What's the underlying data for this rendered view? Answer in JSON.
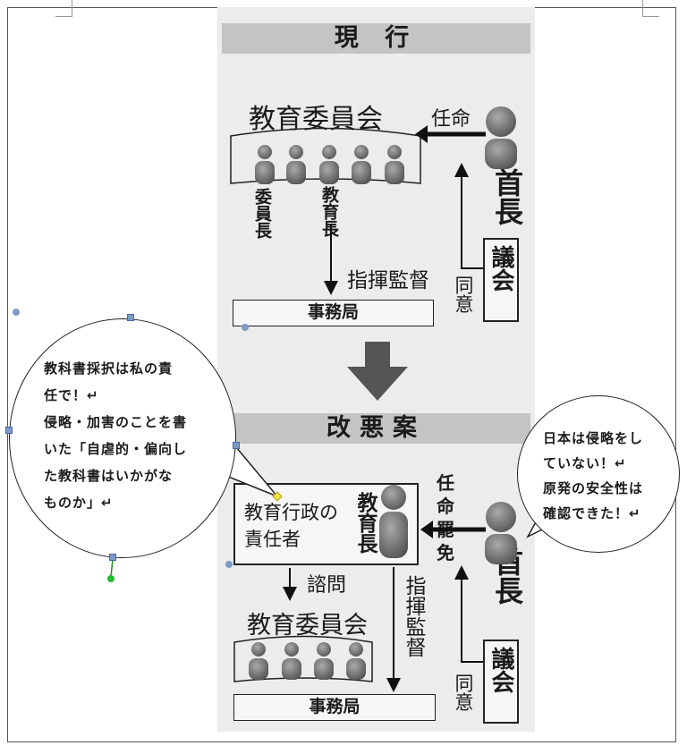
{
  "current": {
    "title": "現 行",
    "board_label": "教育委員会",
    "appoint_label": "任命",
    "head_label": "首長",
    "chair_label": "委員長",
    "superintendent_label": "教育長",
    "command_label": "指揮監督",
    "assembly_label": "議会",
    "consent_label": "同意",
    "office_label": "事務局"
  },
  "proposal": {
    "title": "改悪案",
    "admin_head_label": "教育行政の責任者",
    "superintendent_label": "教育長",
    "appoint_dismiss_label": "任命罷免",
    "head_label": "首長",
    "consult_label": "諮問",
    "board_label": "教育委員会",
    "command_label": "指揮監督",
    "assembly_label": "議会",
    "consent_label": "同意",
    "office_label": "事務局"
  },
  "callout_left": {
    "lines": [
      "教科書採択は私の責",
      "任で！↵",
      "侵略・加害のことを書",
      "いた「自虐的・偏向し",
      "た教科書はいかがな",
      "ものか」↵"
    ]
  },
  "callout_right": {
    "lines": [
      "日本は侵略をし",
      "ていない！↵",
      "原発の安全性は",
      "確認できた！↵"
    ]
  },
  "colors": {
    "panel": "#ececec",
    "band": "#c4c4c4",
    "figure": "#6e6e6e",
    "handle": "#7d9ac8",
    "rotate_handle": "#22bb33"
  }
}
